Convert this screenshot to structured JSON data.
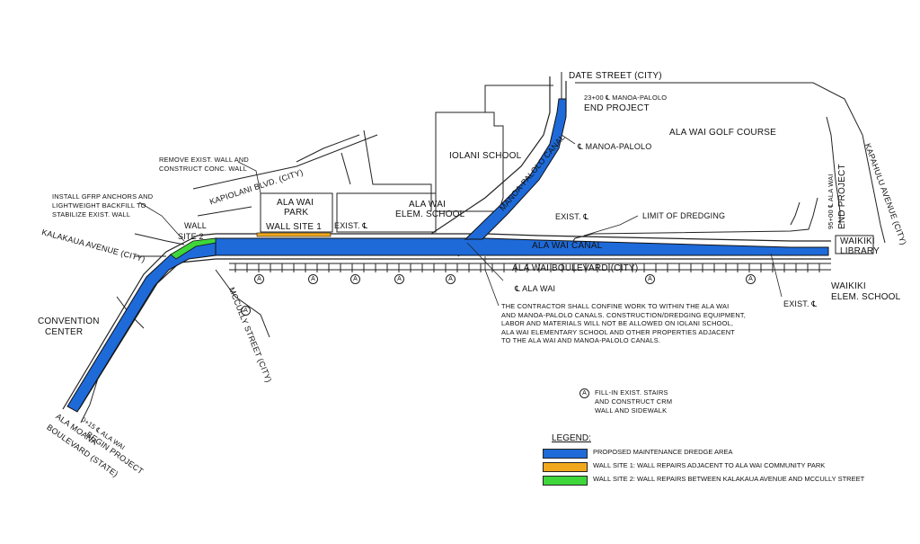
{
  "colors": {
    "dredge": "#1e6ad8",
    "wall_site_1": "#f2a81d",
    "wall_site_2": "#3ed63a",
    "linework": "#222222"
  },
  "labels": {
    "date_street": "DATE STREET (CITY)",
    "end_project_top_station": "23+00 ℄ MANOA-PALOLO",
    "end_project_top": "END PROJECT",
    "manoa_palolo_cl": "℄ MANOA-PALOLO",
    "golf_course": "ALA WAI GOLF COURSE",
    "iolani_school": "IOLANI SCHOOL",
    "manoa_palolo_canal": "MANOA-PALOLO CANAL",
    "kapahulu_avenue": "KAPAHULU AVENUE (CITY)",
    "end_project_right_station": "95+00 ℄ ALA WAI",
    "end_project_right": "END PROJECT",
    "kapiolani_blvd": "KAPIOLANI BLVD. (CITY)",
    "ala_wai_park_1": "ALA WAI",
    "ala_wai_park_2": "PARK",
    "ala_wai_elem_1": "ALA WAI",
    "ala_wai_elem_2": "ELEM. SCHOOL",
    "wall_site_1": "WALL SITE 1",
    "exist_cl_1": "EXIST. ℄",
    "exist_cl_2": "EXIST. ℄",
    "exist_cl_3": "EXIST. ℄",
    "limit_of_dredging": "LIMIT OF DREDGING",
    "ala_wai_canal": "ALA WAI CANAL",
    "waikiki_library_1": "WAIKIKI",
    "waikiki_library_2": "LIBRARY",
    "waikiki_elem_1": "WAIKIKI",
    "waikiki_elem_2": "ELEM. SCHOOL",
    "ala_wai_blvd": "ALA WAI BOULEVARD (CITY)",
    "ala_wai_cl": "℄ ALA WAI",
    "remove_wall_1": "REMOVE EXIST. WALL AND",
    "remove_wall_2": "CONSTRUCT CONC. WALL",
    "gfrp_1": "INSTALL GFRP ANCHORS AND",
    "gfrp_2": "LIGHTWEIGHT BACKFILL TO",
    "gfrp_3": "STABILIZE EXIST. WALL",
    "wall_site_2a": "WALL",
    "wall_site_2b": "SITE 2",
    "kalakaua_avenue": "KALAKAUA AVENUE (CITY)",
    "mccully_street": "MCCULLY STREET (CITY)",
    "convention_1": "CONVENTION",
    "convention_2": "CENTER",
    "ala_moana_1": "ALA MOANA",
    "ala_moana_2": "BOULEVARD (STATE)",
    "begin_station": "0+15 ℄ ALA WAI",
    "begin_project": "BEGIN PROJECT",
    "circle_a": "A",
    "fill_note_1": "FILL-IN EXIST. STAIRS",
    "fill_note_2": "AND CONSTRUCT CRM",
    "fill_note_3": "WALL AND SIDEWALK"
  },
  "contractor_note": [
    "THE CONTRACTOR SHALL CONFINE WORK TO WITHIN THE ALA WAI",
    "AND MANOA-PALOLO CANALS. CONSTRUCTION/DREDGING EQUIPMENT,",
    "LABOR AND MATERIALS WILL NOT BE ALLOWED ON IOLANI SCHOOL,",
    "ALA WAI ELEMENTARY SCHOOL AND OTHER PROPERTIES ADJACENT",
    "TO THE ALA WAI AND MANOA-PALOLO CANALS."
  ],
  "legend": {
    "title": "LEGEND:",
    "items": [
      {
        "label": "PROPOSED MAINTENANCE DREDGE AREA",
        "color": "#1e6ad8"
      },
      {
        "label": "WALL SITE 1:  WALL REPAIRS ADJACENT TO ALA WAI COMMUNITY PARK",
        "color": "#f2a81d"
      },
      {
        "label": "WALL SITE 2:  WALL REPAIRS BETWEEN KALAKAUA AVENUE AND MCCULLY STREET",
        "color": "#3ed63a"
      }
    ]
  }
}
